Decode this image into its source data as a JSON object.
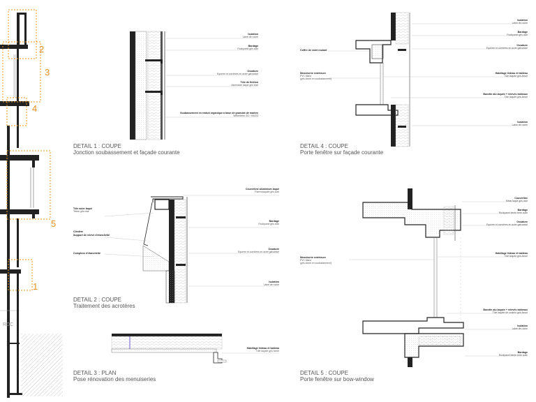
{
  "elevation": {
    "markers": [
      "2",
      "3",
      "4",
      "5",
      "1"
    ],
    "floor_label": "RDC"
  },
  "details": [
    {
      "id": "d1",
      "title": "DETAIL 1 : COUPE",
      "subtitle": "Jonction soubassement et façade courante",
      "labels": [
        {
          "h": "Isolation",
          "s": "Laine de roche"
        },
        {
          "h": "Bardage",
          "s": "Rockpanel gris clair"
        },
        {
          "h": "Ossature",
          "s": "Equerre et cornières en acier galvanisé"
        },
        {
          "h": "Tôle de finition",
          "s": "Aluminium laqué gris clair"
        },
        {
          "h": "Soubassement en enduit organique à base de granulat de marbre",
          "s": "Weberterre SG / HAGI3"
        }
      ]
    },
    {
      "id": "d4",
      "title": "DETAIL 4 : COUPE",
      "subtitle": "Porte fenêtre sur façade courante",
      "labels": [
        {
          "h": "Isolation",
          "s": "Laine de roche"
        },
        {
          "h": "Bardage",
          "s": "Rockpanel gris clair"
        },
        {
          "h": "Ossature",
          "s": "Equerre et cornières en acier galvanisé"
        },
        {
          "h": "Coffre de volet roulant",
          "s": ""
        },
        {
          "h": "Menuiserie extérieure",
          "s": "PVC blanc"
        },
        {
          "h": "",
          "s": "(gris-foncé en soubassement)"
        },
        {
          "h": "Habillage linteau et tableau",
          "s": "Tôle laquée gris-foncé"
        },
        {
          "h": "Bavette alu laquée + relevés tableaux",
          "s": "Tôle laquée gris-foncé"
        },
        {
          "h": "Isolation",
          "s": "Laine de roche"
        }
      ]
    },
    {
      "id": "d2",
      "title": "DETAIL 2 : COUPE",
      "subtitle": "Traitement des acrotères",
      "labels": [
        {
          "h": "Couvertine aluminium laqué",
          "s": "Thermolaquée gris clair"
        },
        {
          "h": "Tôle acier laqué",
          "s": "Teinte gris clair"
        },
        {
          "h": "Bardage",
          "s": "Rockpanel gris clair"
        },
        {
          "h": "Cléstère",
          "s": ""
        },
        {
          "h": "Support de relevé d'étanchéité",
          "s": ""
        },
        {
          "h": "Complexe d'étanchéité",
          "s": ""
        },
        {
          "h": "Ossature",
          "s": "Equerre et cornières en acier galvanisé"
        },
        {
          "h": "Isolation",
          "s": "Laine de roche"
        }
      ]
    },
    {
      "id": "d5",
      "title": "DETAIL 5 : COUPE",
      "subtitle": "Porte fenêtre sur bow-window",
      "labels": [
        {
          "h": "Couvertine",
          "s": "Métal laqué gris clair"
        },
        {
          "h": "Bardage",
          "s": "Rockpanel teinte terre cuite"
        },
        {
          "h": "Ossature",
          "s": "Equerre et cornières en acier galvanisé"
        },
        {
          "h": "Menuiserie extérieure",
          "s": "PVC blanc"
        },
        {
          "h": "",
          "s": "(gris-foncé en soubassement)"
        },
        {
          "h": "Habillage linteau et tableau",
          "s": "Tôle laquée gris-foncé"
        },
        {
          "h": "Bavette alu laquée + relevés tableaux",
          "s": "Tôle laquée de couleur gris-foncé"
        },
        {
          "h": "Isolation",
          "s": "Laine de roche"
        },
        {
          "h": "Bardage",
          "s": "Rockpanel teinte terre cuite"
        }
      ]
    },
    {
      "id": "d3",
      "title": "DETAIL 3 : PLAN",
      "subtitle": "Pose rénovation des menuiseries",
      "labels": [
        {
          "h": "Habillage linteau et tableau",
          "s": "Tôle laquée gris foncé"
        }
      ]
    }
  ],
  "colors": {
    "accent": "#e8911c",
    "wall": "#222222",
    "hatch": "#999999"
  }
}
